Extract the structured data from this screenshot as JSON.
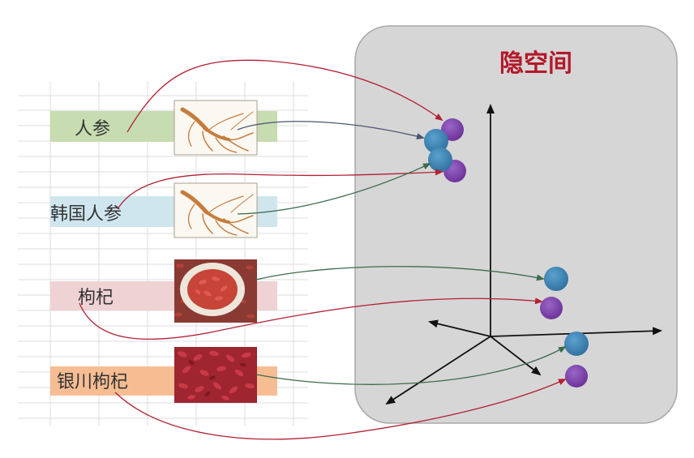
{
  "latent_space": {
    "title": "隐空间",
    "panel_fill": "#d6d6d6",
    "panel_stroke": "#a8a8a8",
    "title_color": "#b3182a"
  },
  "items": [
    {
      "label": "人参",
      "band_color": "#c7dcb0",
      "image": "ginseng-image"
    },
    {
      "label": "韩国人参",
      "band_color": "#cfe6ee",
      "image": "ginseng-image"
    },
    {
      "label": "枸杞",
      "band_color": "#efd2d4",
      "image": "goji-bowl-image"
    },
    {
      "label": "银川枸杞",
      "band_color": "#f6bd93",
      "image": "goji-berries-image"
    }
  ],
  "colors": {
    "text_embedding_point": "#7a3fa8",
    "image_embedding_point": "#3a7fb0",
    "text_arrow": "#b32034",
    "image_arrow": "#3d6b4d",
    "image_arrow_ginseng": "#4a5670",
    "axis": "#111111",
    "grid": "#dcdcdc"
  }
}
